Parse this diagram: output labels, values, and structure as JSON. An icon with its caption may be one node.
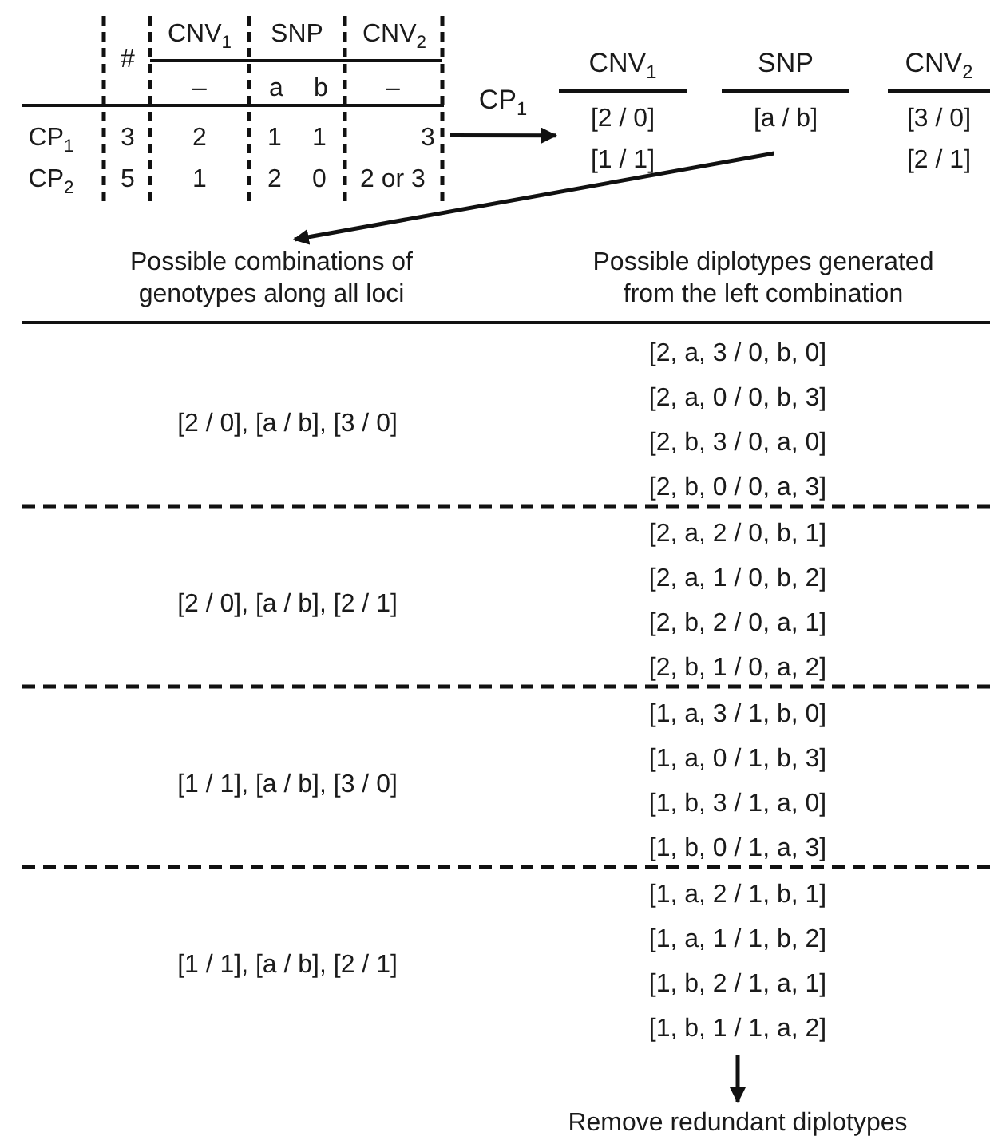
{
  "diagram": {
    "nodes": [
      {
        "text": [],
        "shape": "table"
      },
      {
        "text": [
          "CNV$_{1}$",
          "[2 / 0]",
          "[1 / 1]"
        ]
      },
      {
        "text": [
          "SNP",
          "[a / b]"
        ]
      },
      {
        "text": [
          "CNV$_{2}$",
          "[3 / 0]",
          "[2 / 1]"
        ]
      },
      {
        "text": [
          "Possible combinations of genotypes along all loci"
        ]
      },
      {
        "text": [
          "Possible diplotypes generated from the left combination"
        ]
      },
      {
        "text": [
          "[2 / 0], [a / b], [3 / 0]"
        ]
      },
      {
        "text": [
          "[2, a, 3 / 0, b, 0]",
          "[2, a, 0 / 0, b, 3]",
          "[2, b, 3 / 0, a, 0]",
          "[2, b, 0 / 0, a, 3]"
        ]
      },
      {
        "text": [
          "[2 / 0], [a / b], [2 / 1]"
        ]
      },
      {
        "text": [
          "[2, a, 2 / 0, b, 1]",
          "[2, a, 1 / 0, b, 2]",
          "[2, b, 2 / 0, a, 1]",
          "[2, b, 1 / 0, a, 2]"
        ]
      },
      {
        "text": [
          "[1 / 1], [a / b], [3 / 0]"
        ]
      },
      {
        "text": [
          "[1, a, 3 / 1, b, 0]",
          "[1, a, 0 / 1, b, 3]",
          "[1, b, 3 / 1, a, 0]",
          "[1, b, 0 / 1, a, 3]"
        ]
      },
      {
        "text": [
          "[1 / 1], [a / b], [2 / 1]"
        ]
      },
      {
        "text": [
          "[1, a, 2 / 1, b, 1]",
          "[1, a, 1 / 1, b, 2]",
          "[1, b, 2 / 1, a, 1]",
          "[1, b, 1 / 1, a, 2]"
        ]
      },
      {
        "text": [
          "Remove redundant diplotypes"
        ]
      }
    ],
    "edges": [
      {
        "from": 0,
        "to": 1,
        "arrow": "to",
        "label": "CP$_{1}$"
      },
      {
        "from": 2,
        "to": 4,
        "arrow": "to"
      },
      {
        "from": 13,
        "to": 14,
        "arrow": "to"
      }
    ],
    "labels": [
      "#",
      "CNV$_{1}$",
      "SNP",
      "CNV$_{2}$",
      "–",
      "a",
      "b",
      "–",
      "CP$_{1}$",
      "3",
      "2",
      "1",
      "1",
      "3",
      "CP$_{2}$",
      "5",
      "1",
      "2",
      "0",
      "2 or 3"
    ]
  }
}
